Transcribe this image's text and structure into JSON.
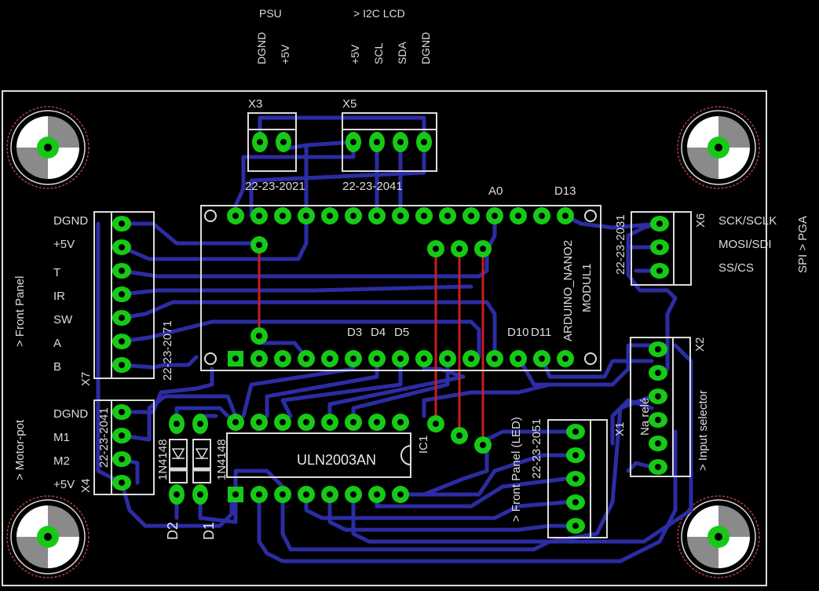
{
  "header": {
    "psu": "PSU",
    "i2c": "> I2C LCD",
    "psu_pins": [
      "DGND",
      "+5V"
    ],
    "lcd_pins": [
      "+5V",
      "SCL",
      "SDA",
      "DGND"
    ]
  },
  "connectors": {
    "x3": {
      "ref": "X3",
      "part": "22-23-2021"
    },
    "x5": {
      "ref": "X5",
      "part": "22-23-2041"
    },
    "x6": {
      "ref": "X6",
      "part": "22-23-2031",
      "labels": [
        "SCK/SCLK",
        "MOSI/SDI",
        "SS/CS"
      ],
      "group": "SPI > PGA"
    },
    "x7": {
      "ref": "X7",
      "part": "22-23-2071",
      "labels": [
        "DGND",
        "+5V",
        "T",
        "IR",
        "SW",
        "A",
        "B"
      ],
      "group": "> Front Panel"
    },
    "x4": {
      "ref": "X4",
      "part": "22-23-2041",
      "labels": [
        "DGND",
        "M1",
        "M2",
        "+5V"
      ],
      "group": "> Motor-pot"
    },
    "x2": {
      "ref": "X2",
      "label": "Na relé",
      "group": "> Input selector"
    },
    "x1": {
      "ref": "X1",
      "part": "22-23-2051",
      "group": "> Front Panel (LED)"
    }
  },
  "arduino": {
    "name": "ARDUINO_NANO2",
    "module": "MODUL1",
    "top_labels": [
      "A0",
      "D13"
    ],
    "bottom_labels": [
      "D3",
      "D4",
      "D5",
      "D10",
      "D11"
    ]
  },
  "ic1": {
    "ref": "IC1",
    "value": "ULN2003AN"
  },
  "diodes": [
    {
      "ref": "D2",
      "value": "1N4148"
    },
    {
      "ref": "D1",
      "value": "1N4148"
    }
  ],
  "colors": {
    "background": "#000000",
    "trace": "#2c2ca4",
    "pad": "#16c916",
    "silkscreen": "#dcdcdc",
    "top_wire": "#c81e1e"
  }
}
